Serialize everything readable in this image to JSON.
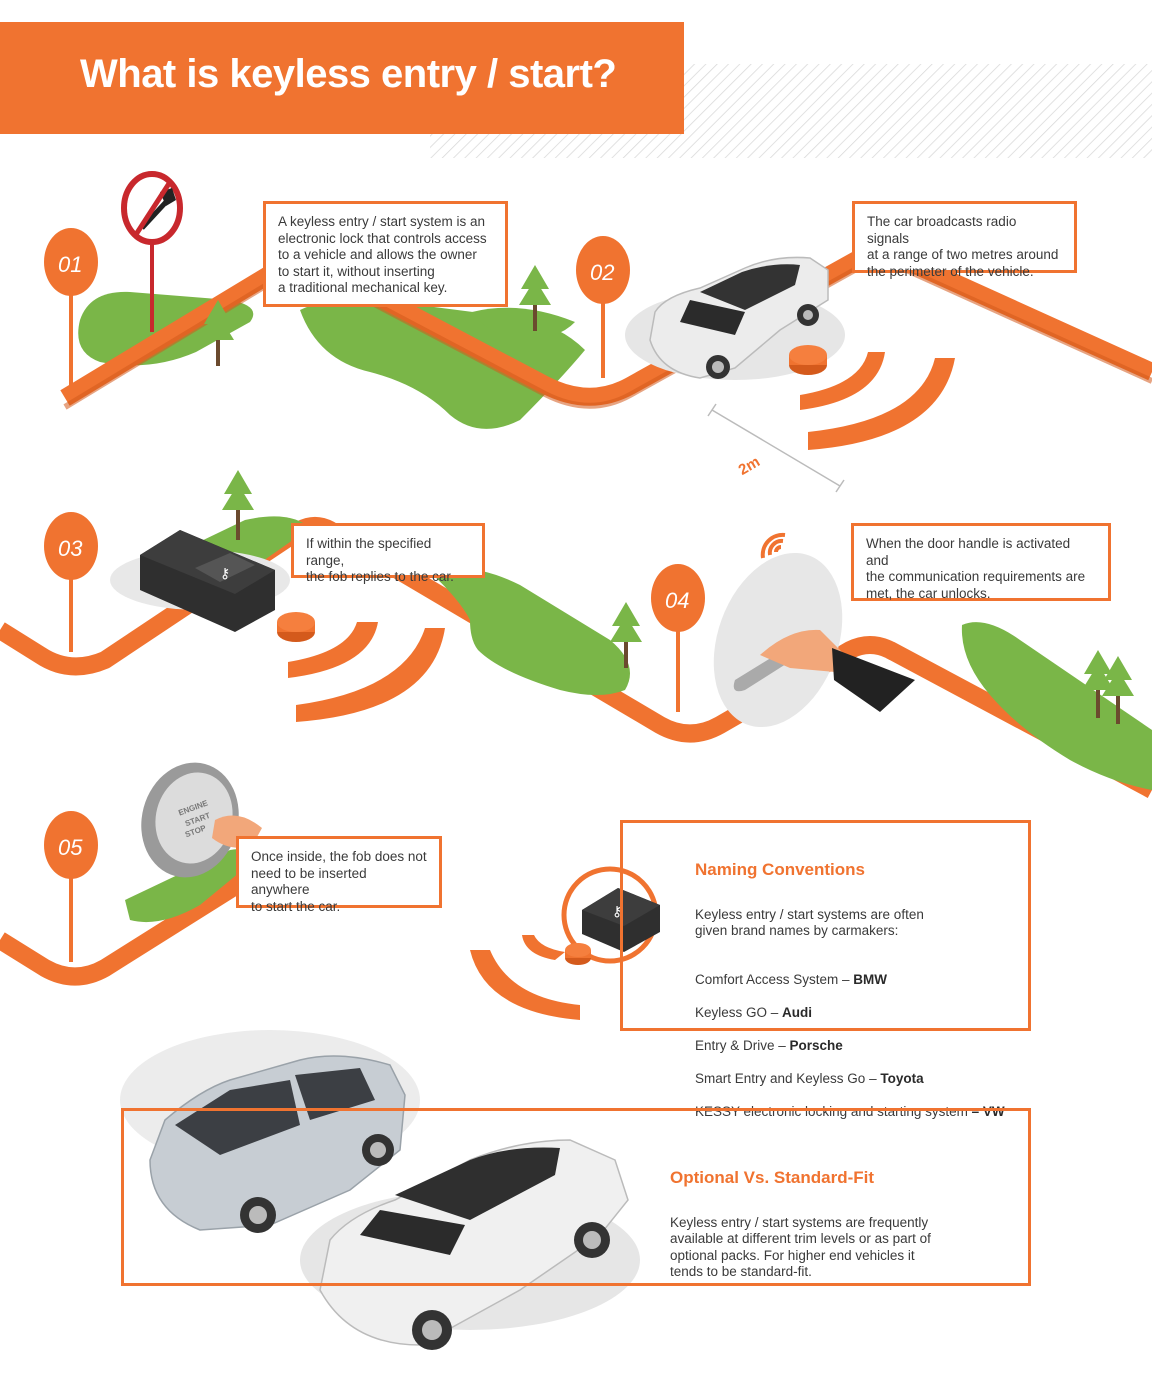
{
  "title": "What is keyless entry / start?",
  "colors": {
    "accent": "#f07330",
    "grass": "#7ab648",
    "road": "#f07330",
    "sign_red": "#c8282d"
  },
  "steps": [
    {
      "number": "01",
      "text": "A keyless entry / start system is an\nelectronic lock that controls access\nto a vehicle and allows the owner\nto start it, without inserting\na traditional mechanical key.",
      "icon": "no-key-sign-icon"
    },
    {
      "number": "02",
      "text": "The car broadcasts radio signals\nat a range of two metres around\nthe perimeter of the vehicle.",
      "icon": "car-icon"
    },
    {
      "number": "03",
      "text": "If within the specified range,\nthe fob replies to the car.",
      "icon": "key-fob-icon"
    },
    {
      "number": "04",
      "text": "When the door handle is activated and\nthe communication requirements are\nmet, the car unlocks.",
      "icon": "door-handle-icon"
    },
    {
      "number": "05",
      "text": "Once inside, the fob does not\nneed to be inserted anywhere\nto start the car.",
      "icon": "start-button-icon"
    }
  ],
  "distance_label": "2m",
  "start_button": {
    "line1": "ENGINE",
    "line2": "START",
    "line3": "STOP"
  },
  "naming": {
    "title": "Naming Conventions",
    "intro": "Keyless entry / start systems are often\ngiven brand names by carmakers:",
    "brands": [
      {
        "system": "Comfort Access System – ",
        "brand": "BMW"
      },
      {
        "system": "Keyless GO – ",
        "brand": "Audi"
      },
      {
        "system": "Entry & Drive – ",
        "brand": "Porsche"
      },
      {
        "system": "Smart Entry and Keyless Go – ",
        "brand": "Toyota"
      },
      {
        "system": "KESSY electronic locking and starting system ",
        "brand": "– VW"
      }
    ]
  },
  "optional": {
    "title": "Optional Vs. Standard-Fit",
    "text": "Keyless entry / start systems are frequently\navailable at different trim levels or as part of\noptional packs. For higher end vehicles it\ntends to be standard-fit."
  }
}
